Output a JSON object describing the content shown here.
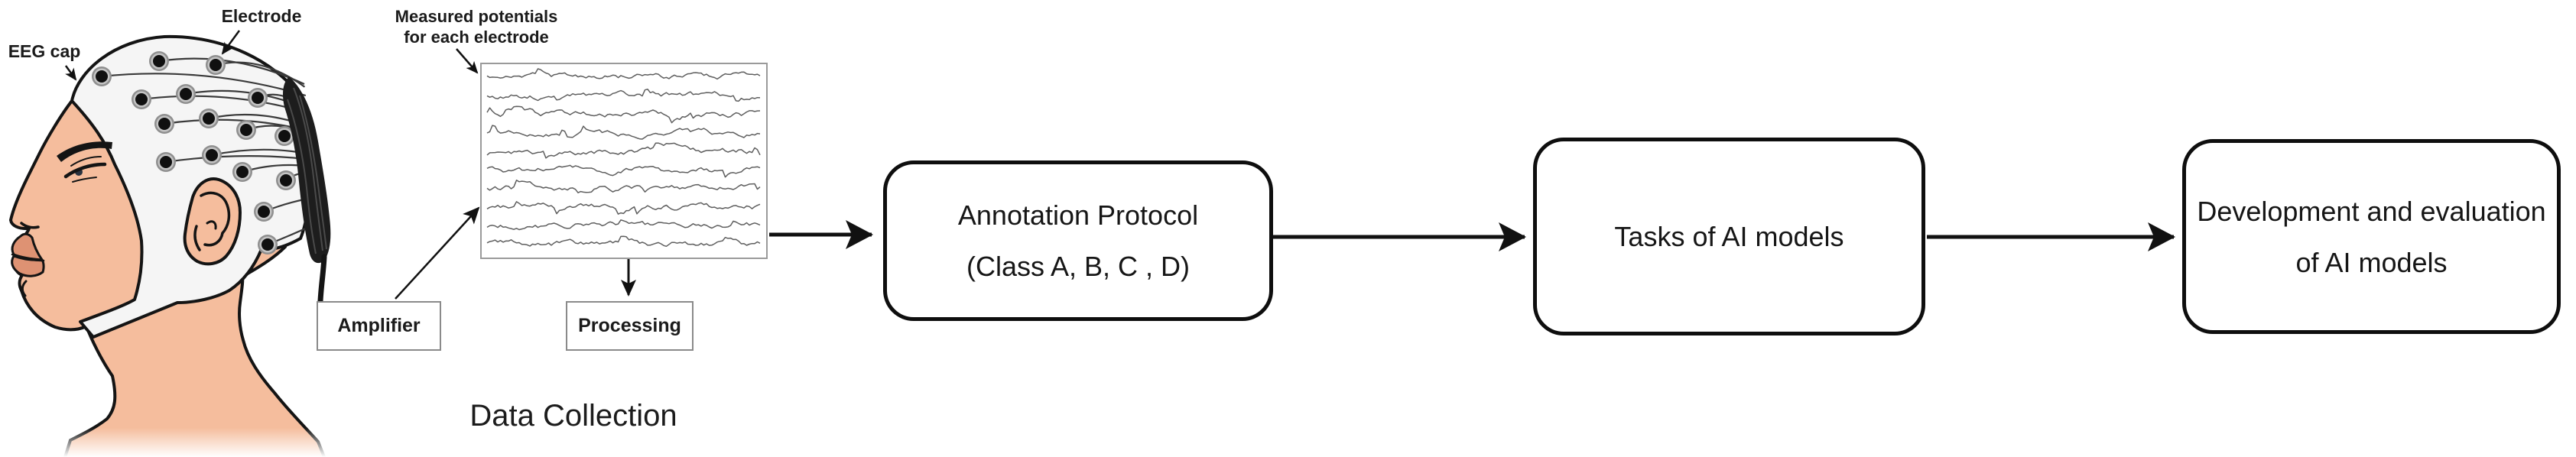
{
  "figure": {
    "head_labels": {
      "electrode": "Electrode",
      "eeg_cap": "EEG cap",
      "measured_potentials_line1": "Measured potentials",
      "measured_potentials_line2": "for each electrode"
    },
    "component_boxes": {
      "amplifier": "Amplifier",
      "processing": "Processing"
    },
    "data_collection_caption": "Data Collection",
    "flow_boxes": [
      {
        "id": "annotation-protocol",
        "lines": [
          "Annotation Protocol",
          "(Class A, B, C , D)"
        ]
      },
      {
        "id": "tasks-of-ai-models",
        "lines": [
          "Tasks of AI models"
        ]
      },
      {
        "id": "development-evaluation",
        "lines": [
          "Development and evaluation",
          "of AI models"
        ]
      }
    ],
    "eeg_traces": {
      "count": 10
    },
    "colors": {
      "skin": "#f5bd9d",
      "lip": "#de9273",
      "cap": "#f5f5f5",
      "outline": "#141414",
      "arrow": "#111111",
      "trace": "#5f5f5f",
      "box-border-gray": "#8a8a8a"
    }
  }
}
